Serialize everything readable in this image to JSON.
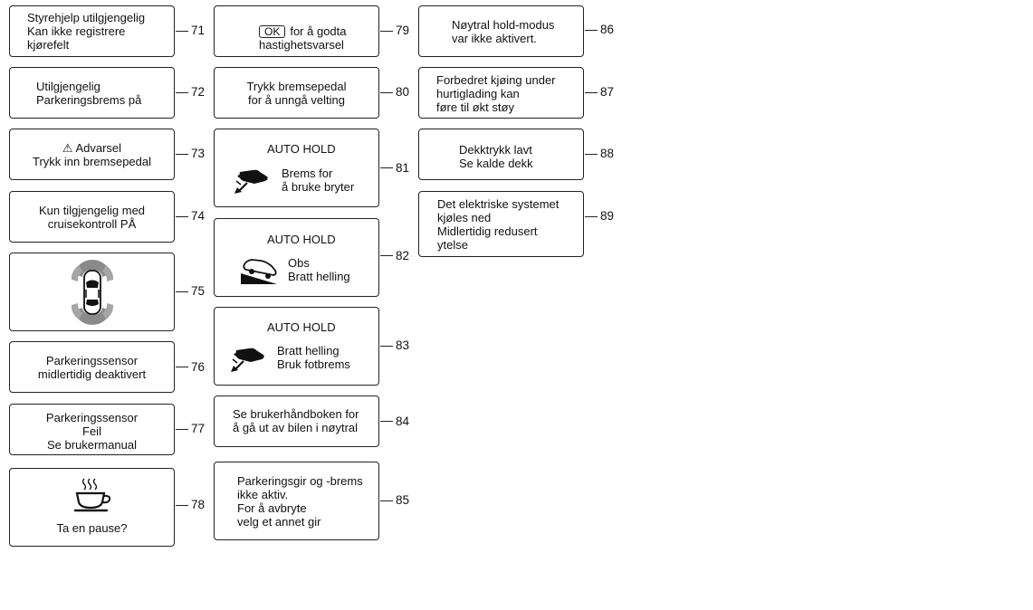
{
  "col1": {
    "m71": {
      "num": "71",
      "line1": "Styrehjelp utilgjengelig",
      "line2": "Kan ikke registrere",
      "line3": "kjørefelt"
    },
    "m72": {
      "num": "72",
      "line1": "Utilgjengelig",
      "line2": "Parkeringsbrems på"
    },
    "m73": {
      "num": "73",
      "line1": "⚠ Advarsel",
      "line2": "Trykk inn bremsepedal"
    },
    "m74": {
      "num": "74",
      "line1": "Kun tilgjengelig med",
      "line2": "cruisekontroll PÅ"
    },
    "m75": {
      "num": "75",
      "icon": "parking-sensor-car-icon"
    },
    "m76": {
      "num": "76",
      "line1": "Parkeringssensor",
      "line2": "midlertidig deaktivert"
    },
    "m77": {
      "num": "77",
      "line1": "Parkeringssensor",
      "line2": "Feil",
      "line3": "Se brukermanual"
    },
    "m78": {
      "num": "78",
      "icon": "coffee-cup-icon",
      "line1": "Ta en pause?"
    }
  },
  "col2": {
    "m79": {
      "num": "79",
      "ok_label": "OK",
      "line1": "for å godta",
      "line2": "hastighetsvarsel"
    },
    "m80": {
      "num": "80",
      "line1": "Trykk bremsepedal",
      "line2": "for å unngå velting"
    },
    "m81": {
      "num": "81",
      "title": "AUTO HOLD",
      "icon": "foot-on-brake-icon",
      "line1": "Brems for",
      "line2": "å bruke bryter"
    },
    "m82": {
      "num": "82",
      "title": "AUTO HOLD",
      "icon": "steep-slope-car-icon",
      "line1": "Obs",
      "line2": "Bratt helling"
    },
    "m83": {
      "num": "83",
      "title": "AUTO HOLD",
      "icon": "foot-on-brake-icon",
      "line1": "Bratt helling",
      "line2": "Bruk fotbrems"
    },
    "m84": {
      "num": "84",
      "line1": "Se brukerhåndboken for",
      "line2": "å gå ut av bilen i nøytral"
    },
    "m85": {
      "num": "85",
      "line1": "Parkeringsgir og -brems",
      "line2": "ikke aktiv.",
      "line3": "For å avbryte",
      "line4": "velg et annet gir"
    }
  },
  "col3": {
    "m86": {
      "num": "86",
      "line1": "Nøytral hold-modus",
      "line2": "var ikke aktivert."
    },
    "m87": {
      "num": "87",
      "line1": "Forbedret kjøing under",
      "line2": "hurtiglading kan",
      "line3": "føre til økt støy"
    },
    "m88": {
      "num": "88",
      "line1": "Dekktrykk lavt",
      "line2": "Se kalde dekk"
    },
    "m89": {
      "num": "89",
      "line1": "Det elektriske systemet",
      "line2": "kjøles ned",
      "line3": "Midlertidig redusert",
      "line4": "ytelse"
    }
  }
}
